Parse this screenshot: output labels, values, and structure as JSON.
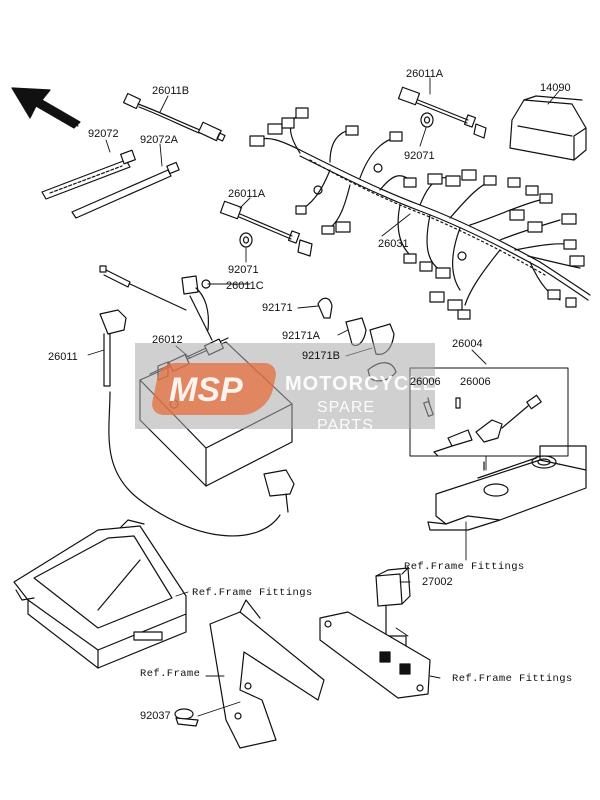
{
  "diagram": {
    "part_labels": {
      "p26011B": "26011B",
      "p92072": "92072",
      "p92072A": "92072A",
      "p26011A_top": "26011A",
      "p92071_top": "92071",
      "p14090": "14090",
      "p26011A_mid": "26011A",
      "p92071_mid": "92071",
      "p26031": "26031",
      "p26011C": "26011C",
      "p92171": "92171",
      "p92171A": "92171A",
      "p92171B": "92171B",
      "p26012": "26012",
      "p26011": "26011",
      "p26004": "26004",
      "p26006_a": "26006",
      "p26006_b": "26006",
      "p27002": "27002",
      "p92037": "92037"
    },
    "ref_labels": {
      "frame_fittings_bracket": "Ref.Frame Fittings",
      "frame_fittings_tray": "Ref.Frame Fittings",
      "frame_fittings_plate": "Ref.Frame Fittings",
      "frame": "Ref.Frame"
    }
  },
  "watermark": {
    "logo": "MSP",
    "title": "MOTORCYCLE",
    "subtitle": "SPARE PARTS"
  }
}
